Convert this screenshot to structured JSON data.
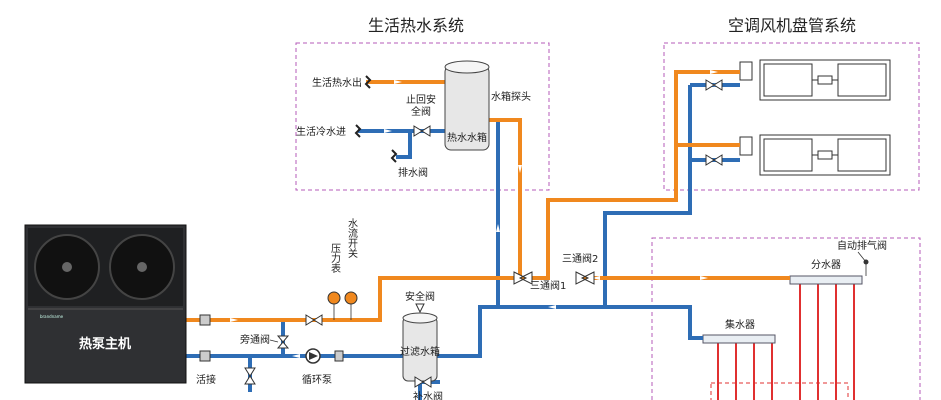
{
  "sections": {
    "hot_water_system": "生活热水系统",
    "fan_coil_system": "空调风机盘管系统"
  },
  "hot_water": {
    "outlet": "生活热水出",
    "cold_inlet": "生活冷水进",
    "check_valve_line1": "止回安",
    "check_valve_line2": "全阀",
    "drain_valve": "排水阀",
    "tank": "热水水箱",
    "tank_probe": "水箱探头"
  },
  "heat_pump": {
    "label": "热泵主机",
    "brand": "brandname"
  },
  "main_loop": {
    "pressure_gauge": "压力表",
    "flow_switch": "水流开关",
    "bypass_valve": "旁通阀",
    "union": "活接",
    "circulation_pump": "循环泵",
    "safety_valve": "安全阀",
    "buffer_tank": "过滤水箱",
    "makeup_water": "补水阀",
    "three_way_1": "三通阀1",
    "three_way_2": "三通阀2"
  },
  "floor_heating": {
    "auto_air_vent": "自动排气阀",
    "distributor": "分水器",
    "collector": "集水器"
  },
  "colors": {
    "hot_pipe": "#f0881e",
    "cold_pipe": "#2e6db5",
    "floor_pipe": "#e03030",
    "section_border": "#b65bb8",
    "unit_body": "#2f3033"
  }
}
